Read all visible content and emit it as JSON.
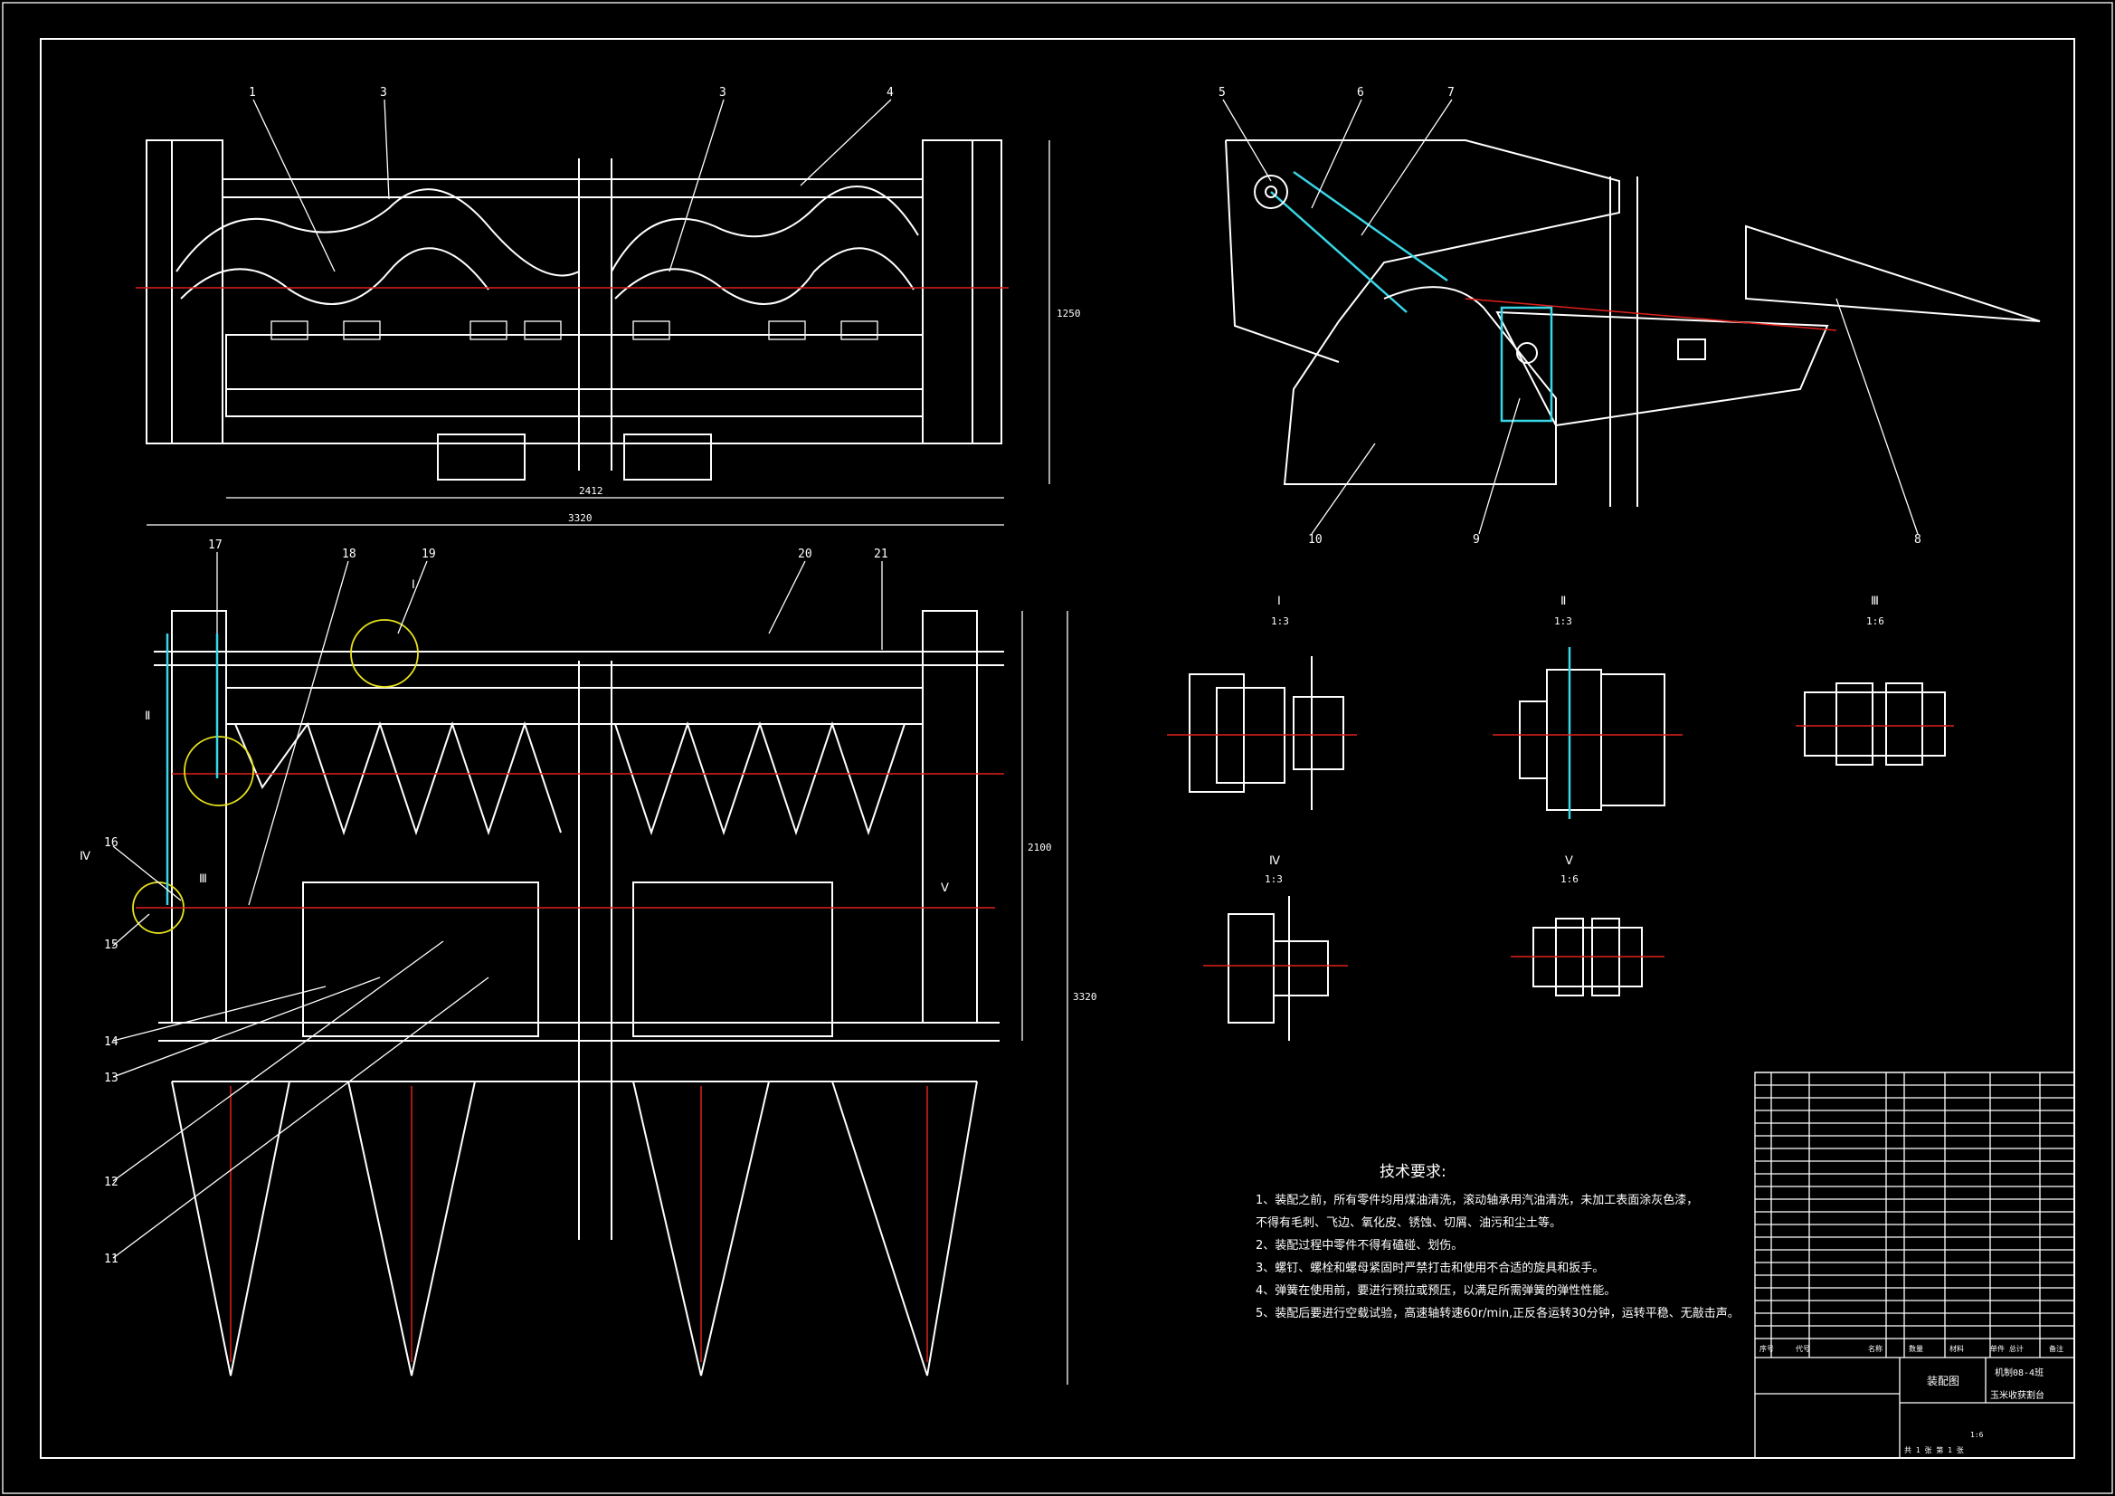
{
  "drawing": {
    "part_labels": [
      "1",
      "3",
      "3",
      "4",
      "5",
      "6",
      "7",
      "8",
      "9",
      "10",
      "11",
      "12",
      "13",
      "14",
      "15",
      "16",
      "17",
      "18",
      "19",
      "20",
      "21"
    ],
    "dimensions": {
      "top_width_inner": "2412",
      "top_width_outer": "3320",
      "top_height": "1250",
      "bottom_height_inner": "2100",
      "bottom_height_outer": "3320"
    },
    "detail_views": [
      {
        "id": "Ⅰ",
        "scale": "1:3"
      },
      {
        "id": "Ⅱ",
        "scale": "1:3"
      },
      {
        "id": "Ⅲ",
        "scale": "1:6"
      },
      {
        "id": "Ⅳ",
        "scale": "1:3"
      },
      {
        "id": "Ⅴ",
        "scale": "1:6"
      }
    ],
    "callouts": [
      "Ⅰ",
      "Ⅱ",
      "Ⅲ",
      "Ⅳ",
      "Ⅴ"
    ]
  },
  "technical_requirements": {
    "title": "技术要求:",
    "items": [
      "1、装配之前，所有零件均用煤油清洗，滚动轴承用汽油清洗，未加工表面涂灰色漆，",
      "   不得有毛刺、飞边、氧化皮、锈蚀、切屑、油污和尘土等。",
      "2、装配过程中零件不得有磕碰、划伤。",
      "3、螺钉、螺栓和螺母紧固时严禁打击和使用不合适的旋具和扳手。",
      "4、弹簧在使用前，要进行预拉或预压，以满足所需弹簧的弹性性能。",
      "5、装配后要进行空载试验，高速轴转速60r/min,正反各运转30分钟，运转平稳、无敲击声。"
    ]
  },
  "title_block": {
    "header": {
      "seq": "序号",
      "code": "代号",
      "name": "名称",
      "qty": "数量",
      "material": "材料",
      "weight": "单件 总计",
      "remark": "备注"
    },
    "drawing_name": "装配图",
    "designation": "玉米收获割台",
    "school": "机制08-4班",
    "sheet": "共 1 张  第 1 张",
    "scale": "1:6"
  },
  "colors": {
    "background": "#000000",
    "lines": "#ffffff",
    "centerline": "#e0201c",
    "chain": "#38d6e6",
    "leader": "#e8e31c",
    "highlight": "#e040e0"
  }
}
